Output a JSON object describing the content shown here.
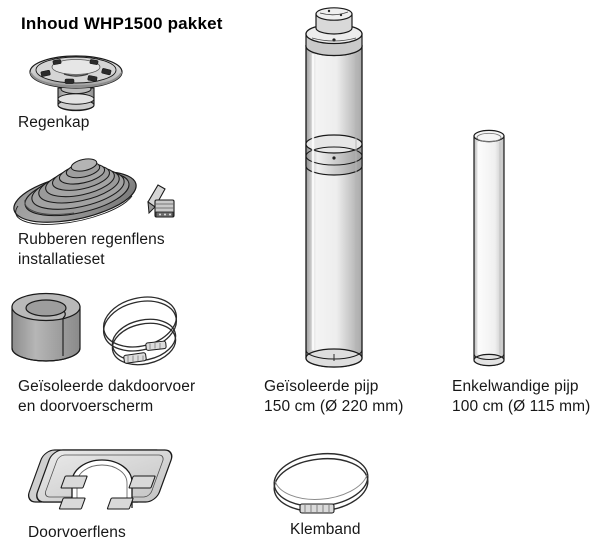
{
  "page": {
    "title": "Inhoud WHP1500 pakket",
    "background_color": "#ffffff",
    "text_color": "#171717"
  },
  "items": [
    {
      "id": "regenkap",
      "icon": "rain-cap-icon",
      "label": "Regenkap",
      "label_line1": "Regenkap",
      "label_line2": ""
    },
    {
      "id": "rubberen-regenflens",
      "icon": "rubber-roof-flashing-icon",
      "label": "Rubberen regenflens installatieset",
      "label_line1": "Rubberen regenflens",
      "label_line2": "installatieset"
    },
    {
      "id": "geisoleerde-dakdoorvoer",
      "icon": "insulated-roof-sleeve-icon",
      "label": "Geïsoleerde dakdoorvoer en doorvoerscherm",
      "label_line1": "Geïsoleerde dakdoorvoer",
      "label_line2": "en doorvoerscherm"
    },
    {
      "id": "doorvoerflens",
      "icon": "pass-through-flange-icon",
      "label": "Doorvoerflens",
      "label_line1": "Doorvoerflens",
      "label_line2": ""
    },
    {
      "id": "geisoleerde-pijp",
      "icon": "insulated-pipe-icon",
      "label": "Geïsoleerde pijp 150 cm (Ø 220 mm)",
      "label_line1": "Geïsoleerde pijp",
      "label_line2": "150 cm (Ø 220 mm)"
    },
    {
      "id": "enkelwandige-pijp",
      "icon": "single-wall-pipe-icon",
      "label": "Enkelwandige pijp 100 cm (Ø 115 mm)",
      "label_line1": "Enkelwandige pijp",
      "label_line2": "100 cm (Ø 115 mm)"
    },
    {
      "id": "klemband",
      "icon": "hose-clamp-icon",
      "label": "Klemband",
      "label_line1": "Klemband",
      "label_line2": ""
    }
  ],
  "colors": {
    "outline": "#1a1a1a",
    "metal_light": "#f2f2f2",
    "metal_mid": "#d8d8d8",
    "metal_dark": "#9a9a9a",
    "rubber_dark": "#6b6b6b",
    "rubber_mid": "#8c8c8c",
    "sleeve_gray": "#a6a6a6"
  }
}
